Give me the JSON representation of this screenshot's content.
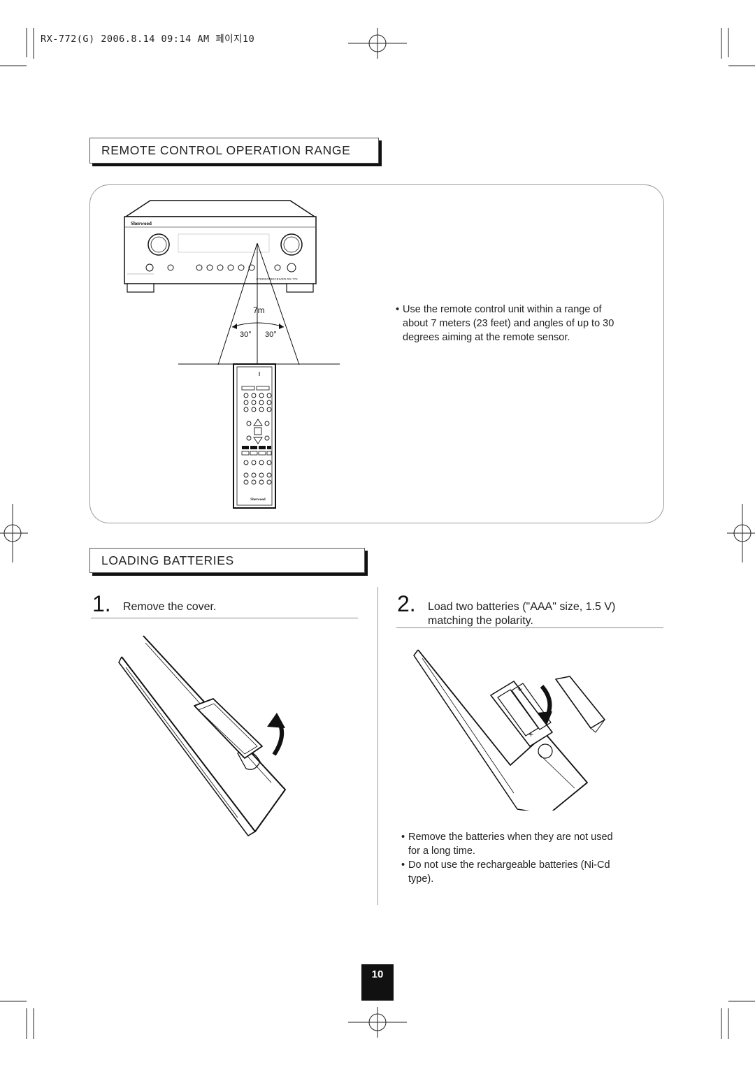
{
  "print_header": "RX-772(G)  2006.8.14  09:14 AM 페이지10",
  "section1": {
    "title": "REMOTE CONTROL OPERATION RANGE",
    "diagram": {
      "distance_label": "7m",
      "angle_left": "30°",
      "angle_right": "30°",
      "receiver_brand": "Sherwood",
      "receiver_model": "STEREO RECEIVER  RX-772",
      "remote_brand": "Sherwood"
    },
    "note_lines": [
      "Use the remote control unit within a range of",
      "about 7 meters (23 feet) and angles of up to 30",
      "degrees aiming at the remote sensor."
    ]
  },
  "section2": {
    "title": "LOADING BATTERIES",
    "step1": {
      "number": "1.",
      "text": "Remove the cover."
    },
    "step2": {
      "number": "2.",
      "text_line1": "Load two batteries (\"AAA\" size, 1.5 V)",
      "text_line2": "matching the polarity."
    },
    "notes": [
      {
        "line1": "Remove the batteries when they are not used",
        "line2": "for a long time."
      },
      {
        "line1": "Do not use the rechargeable batteries (Ni-Cd",
        "line2": "type)."
      }
    ]
  },
  "page_number": "10"
}
